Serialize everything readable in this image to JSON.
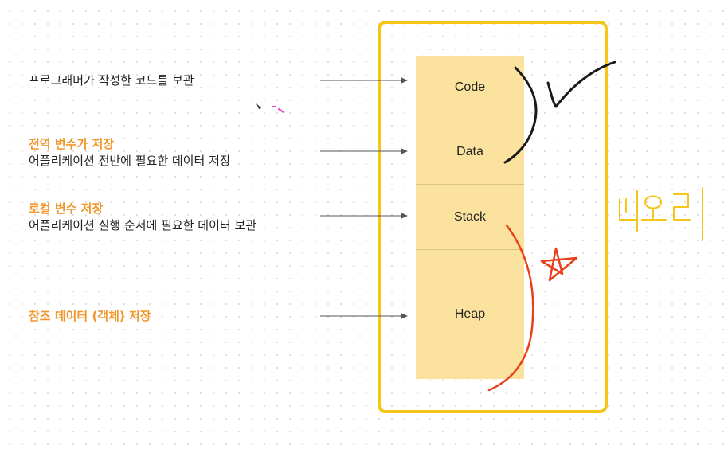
{
  "labels": {
    "code": {
      "line1": "프로그래머가 작성한 코드를 보관"
    },
    "data": {
      "title": "전역 변수가 저장",
      "line1": "어플리케이션 전반에 필요한 데이터 저장"
    },
    "stack": {
      "title": "로컬 변수 저장",
      "line1": "어플리케이션 실행 순서에 필요한 데이터 보관"
    },
    "heap": {
      "title": "참조 데이터 (객체) 저장"
    }
  },
  "memory": {
    "segments": [
      "Code",
      "Data",
      "Stack",
      "Heap"
    ]
  },
  "colors": {
    "accent_text": "#f2962a",
    "segment_fill": "#fbe39f",
    "frame": "#f5c518",
    "ink_black": "#1a1a1a",
    "ink_red": "#e8401c",
    "ink_yellow": "#f5c518"
  }
}
